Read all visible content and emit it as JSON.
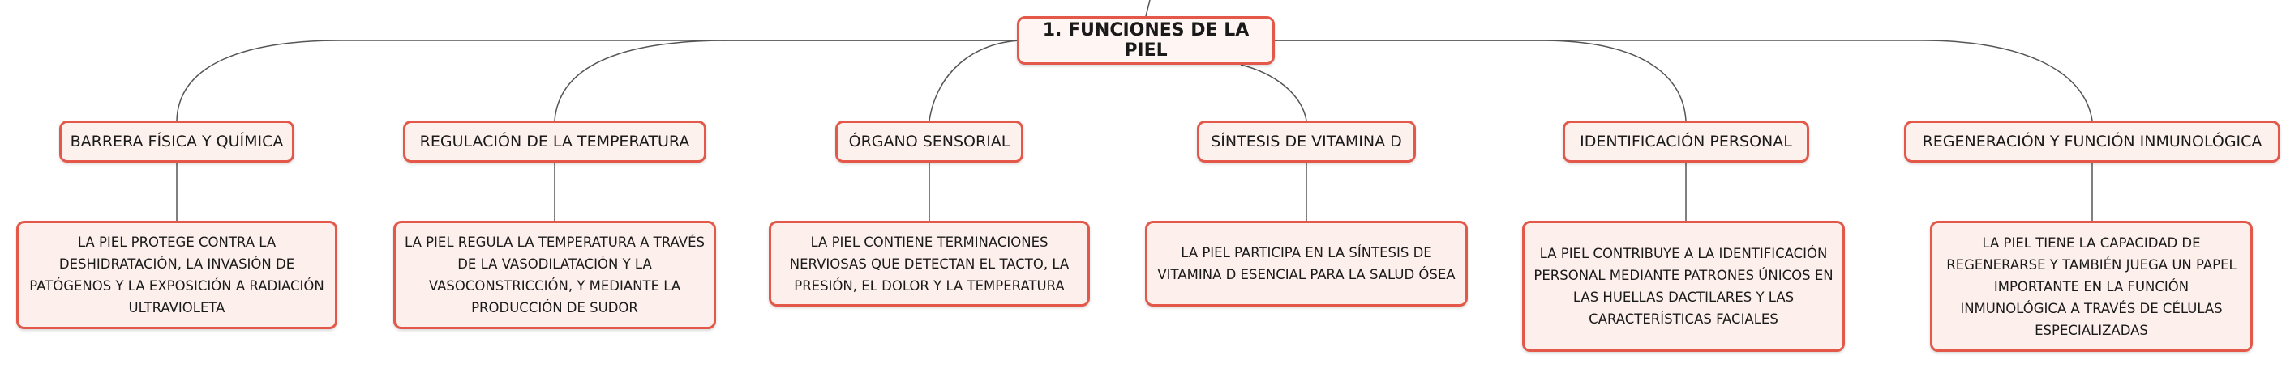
{
  "colors": {
    "border": "#e4584a",
    "fill": "#fdf1ee",
    "line": "#555555"
  },
  "root": {
    "title": "1. FUNCIONES DE LA PIEL"
  },
  "branches": [
    {
      "title": "BARRERA FÍSICA Y QUÍMICA",
      "description": "LA PIEL PROTEGE CONTRA LA DESHIDRATACIÓN, LA INVASIÓN DE PATÓGENOS Y LA EXPOSICIÓN A RADIACIÓN ULTRAVIOLETA"
    },
    {
      "title": "REGULACIÓN DE LA TEMPERATURA",
      "description": "LA PIEL REGULA LA TEMPERATURA A TRAVÉS DE LA VASODILATACIÓN Y LA VASOCONSTRICCIÓN, Y MEDIANTE LA PRODUCCIÓN DE SUDOR"
    },
    {
      "title": "ÓRGANO SENSORIAL",
      "description": "LA PIEL CONTIENE TERMINACIONES NERVIOSAS QUE DETECTAN EL TACTO, LA PRESIÓN, EL DOLOR Y LA TEMPERATURA"
    },
    {
      "title": "SÍNTESIS DE VITAMINA D",
      "description": "LA PIEL PARTICIPA EN LA SÍNTESIS DE VITAMINA D ESENCIAL PARA LA SALUD ÓSEA"
    },
    {
      "title": "IDENTIFICACIÓN PERSONAL",
      "description": "LA PIEL CONTRIBUYE A LA IDENTIFICACIÓN PERSONAL MEDIANTE PATRONES ÚNICOS EN LAS HUELLAS DACTILARES Y LAS CARACTERÍSTICAS FACIALES"
    },
    {
      "title": "REGENERACIÓN Y FUNCIÓN INMUNOLÓGICA",
      "description": "LA PIEL TIENE LA CAPACIDAD DE REGENERARSE Y TAMBIÉN JUEGA UN PAPEL IMPORTANTE EN LA FUNCIÓN INMUNOLÓGICA A TRAVÉS DE CÉLULAS ESPECIALIZADAS"
    }
  ]
}
